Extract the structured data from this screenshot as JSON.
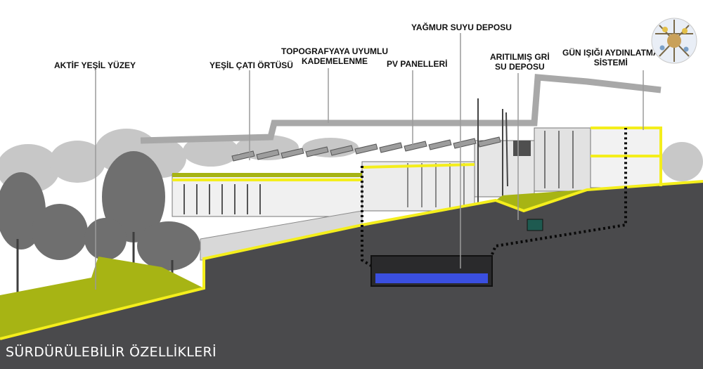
{
  "labels": {
    "active_green_surface": "AKTİF YEŞİL YÜZEY",
    "green_roof_cover": "YEŞİL ÇATI ÖRTÜSÜ",
    "topographic_terracing_line1": "TOPOGRAFYAYA UYUMLU",
    "topographic_terracing_line2": "KADEMELENME",
    "pv_panels": "PV PANELLERİ",
    "rainwater_tank": "YAĞMUR SUYU DEPOSU",
    "grey_water_tank_line1": "ARITILMIŞ GRİ",
    "grey_water_tank_line2": "SU DEPOSU",
    "daylighting_system_line1": "GÜN IŞIĞI AYDINLATMA",
    "daylighting_system_line2": "SİSTEMİ"
  },
  "footer": {
    "title": "SÜRDÜRÜLEBİLİR ÖZELLİKLERİ"
  },
  "colors": {
    "ground": "#4a4a4c",
    "highlight_yellow": "#f4ee1c",
    "green_surface": "#a7b414",
    "rainwater": "#3a4fe0",
    "outline_grey": "#a8a8a8",
    "tank_green": "#1e5a50"
  },
  "icons": [
    "sun-logo-icon"
  ]
}
